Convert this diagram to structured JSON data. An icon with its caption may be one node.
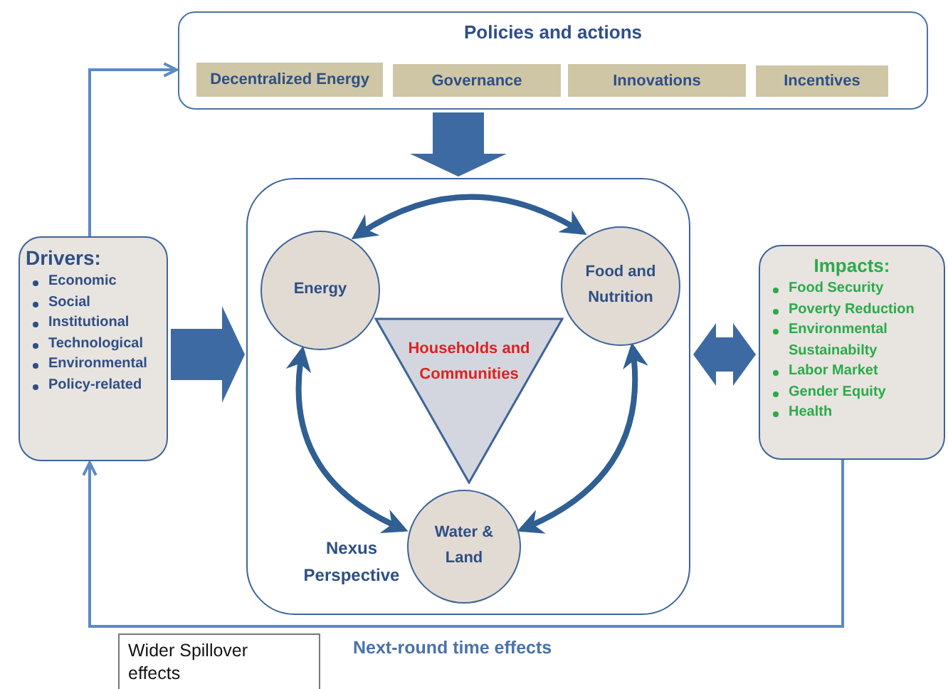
{
  "diagram": {
    "nodes": [
      {
        "text": [
          "Policies and actions"
        ]
      },
      {
        "text": [
          "Decentralized Energy"
        ],
        "in": 0
      },
      {
        "text": [
          "Governance"
        ],
        "in": 0
      },
      {
        "text": [
          "Innovations"
        ],
        "in": 0
      },
      {
        "text": [
          "Incentives"
        ],
        "in": 0
      },
      {
        "text": [
          "Nexus Perspective"
        ]
      },
      {
        "text": [
          "Energy"
        ],
        "in": 5
      },
      {
        "text": [
          "Food and Nutrition"
        ],
        "in": 5
      },
      {
        "text": [
          "Households and Communities"
        ],
        "in": 5
      },
      {
        "text": [
          "Water & Land"
        ],
        "in": 5
      },
      {
        "text": [
          "Drivers:",
          "Economic",
          "Social",
          "Institutional",
          "Technological",
          "Environmental",
          "Policy-related"
        ]
      },
      {
        "text": [
          "Impacts:",
          "Food Security",
          "Poverty Reduction",
          "Environmental Sustainabilty",
          "Labor Market",
          "Gender Equity",
          "Health"
        ]
      },
      {
        "text": [
          "Wider Spillover effects"
        ]
      }
    ],
    "edges": [
      {
        "from": 0,
        "to": 5,
        "arrow": "to",
        "style": "thick"
      },
      {
        "from": 10,
        "to": 5,
        "arrow": "to",
        "style": "thick"
      },
      {
        "from": 5,
        "to": 11,
        "arrow": "both",
        "style": "thick"
      },
      {
        "from": 6,
        "to": 7,
        "arrow": "both"
      },
      {
        "from": 6,
        "to": 9,
        "arrow": "both"
      },
      {
        "from": 7,
        "to": 9,
        "arrow": "both"
      },
      {
        "from": 11,
        "to": 10,
        "arrow": "to",
        "label": "Next-round time effects",
        "color": "#5b8ac6"
      },
      {
        "from": 10,
        "to": 0,
        "arrow": "to",
        "color": "#5b8ac6"
      }
    ]
  }
}
